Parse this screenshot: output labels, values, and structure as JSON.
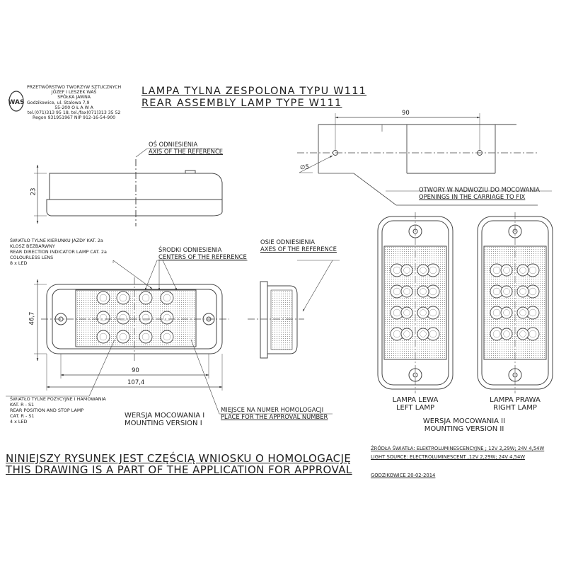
{
  "manufacturer": {
    "logo": "WAS",
    "lines": [
      "PRZETWÓRSTWO TWORZYW SZTUCZNYCH",
      "JÓZEF I LESZEK WAŚ",
      "SPÓŁKA JAWNA",
      "Godzikowice, ul. Stalowa 7,9",
      "55-200   O Ł A W A",
      "tel.(071)313 95 18, tel./fax(071)313 35 52",
      "Regon 931951967 NIP 912-16-54-900"
    ]
  },
  "title": {
    "pl": "LAMPA TYLNA ZESPOLONA TYPU W111",
    "en": "REAR ASSEMBLY LAMP TYPE W111"
  },
  "labels": {
    "axis_ref_pl": "OŚ ODNIESIENIA",
    "axis_ref_en": "AXIS OF THE REFERENCE",
    "axes_ref_pl": "OSIE ODNIESIENIA",
    "axes_ref_en": "AXES OF THE REFERENCE",
    "centers_pl": "ŚRODKI ODNIESIENIA",
    "centers_en": "CENTERS OF THE REFERENCE",
    "openings_pl": "OTWORY W NADWOZIU DO MOCOWANIA",
    "openings_en": "OPENINGS IN THE CARRIAGE TO FIX",
    "direction_lines": [
      "ŚWIATŁO TYLNE KIERUNKU JAZDY KAT. 2a",
      "KLOSZ  BEZBARWNY",
      "REAR DIRECTION  INDICATOR LAMP CAT. 2a",
      "COLOURLESS LENS",
      "8 x LED"
    ],
    "position_lines": [
      "ŚWIATŁO TYLNE POZYCYJNE I HAMOWANIA",
      "KAT. R - S1",
      "REAR POSITION AND STOP LAMP",
      "CAT. R - S1",
      "4 x LED"
    ],
    "approval_place_pl": "MIEJSCE NA NUMER HOMOLOGACJI",
    "approval_place_en": "PLACE FOR THE APPROVAL NUMBER",
    "version1_pl": "WERSJA MOCOWANIA I",
    "version1_en": "MOUNTING VERSION I",
    "version2_pl": "WERSJA MOCOWANIA II",
    "version2_en": "MOUNTING VERSION II",
    "left_lamp_pl": "LAMPA LEWA",
    "left_lamp_en": "LEFT LAMP",
    "right_lamp_pl": "LAMPA PRAWA",
    "right_lamp_en": "RIGHT LAMP"
  },
  "dimensions": {
    "d90_top": "90",
    "d5": "∅5",
    "d23": "23",
    "d46_7": "46,7",
    "d90": "90",
    "d107_4": "107,4"
  },
  "footer": {
    "note_pl": "NINIEJSZY RYSUNEK JEST CZĘŚCIĄ WNIOSKU O  HOMOLOGACJĘ",
    "note_en": "THIS DRAWING IS A PART OF THE APPLICATION FOR  APPROVAL",
    "source_pl": "ŹRÓDŁA ŚWIATŁA: ELEKTROLUMINESCENCYJNE ; 12V  2,29W; 24V  4,54W",
    "source_en": "LIGHT SOURCE: ELECTROLUMINESCENT ,12V  2,29W; 24V  4,54W",
    "place_date": "GODZIKOWICE      20-02-2014"
  }
}
